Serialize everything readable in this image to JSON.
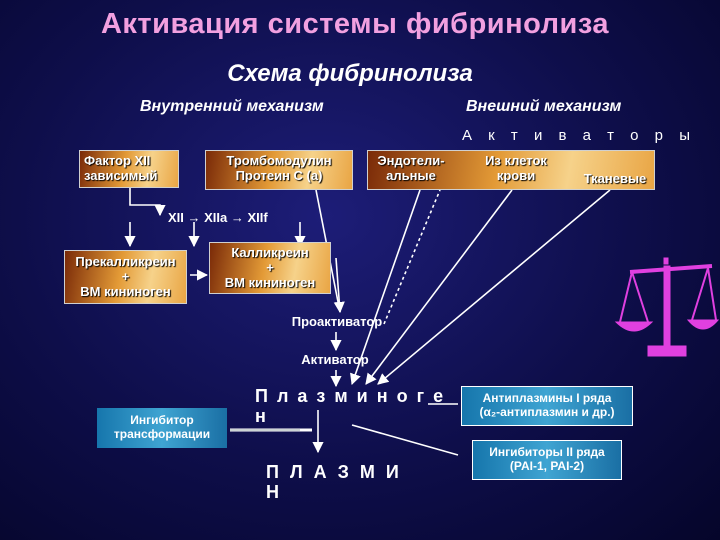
{
  "title": "Активация системы фибринолиза",
  "subtitle": "Схема фибринолиза",
  "internal_mechanism": "Внутренний механизм",
  "external_mechanism": "Внешний механизм",
  "activators_label": "А к т и в а т о р ы",
  "boxes": {
    "factor_xii": [
      "Фактор XII",
      "зависимый"
    ],
    "thrombomodulin": [
      "Тромбомодулин",
      "Протеин С (а)"
    ],
    "endothelial": [
      "Эндотели-",
      "альные"
    ],
    "blood_cells": [
      "Из клеток",
      "крови"
    ],
    "tissue": "Тканевые",
    "prekallikrein": [
      "Прекалликреин",
      "+",
      "ВМ кининоген"
    ],
    "kallikrein": [
      "Калликреин",
      "+",
      "ВМ кининоген"
    ]
  },
  "xii_chain": "XII → XIIa → XIIf",
  "proactivator": "Проактиватор",
  "activator": "Активатор",
  "plasminogen": "П л а з м и н о г е н",
  "plasmin": "П Л А З М И Н",
  "inhibitor_transformation": [
    "Ингибитор",
    "трансформации"
  ],
  "antiplasmins_1": [
    "Антиплазмины I ряда",
    "(α₂-антиплазмин и др.)"
  ],
  "inhibitors_2": [
    "Ингибиторы II ряда",
    "(PAI-1, PAI-2)"
  ],
  "colors": {
    "title": "#f2a0e0",
    "box_light": "#f6d28a",
    "box_dark": "#7a2a08",
    "blue_box": "#3fa4d2",
    "scales": "#e040e0"
  }
}
